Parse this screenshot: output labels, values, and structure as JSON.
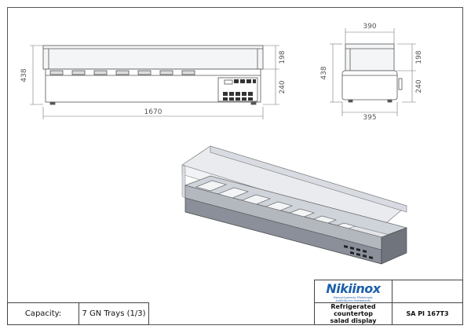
{
  "dimensions": {
    "front_length": "1670",
    "front_height": "438",
    "glass_height": "198",
    "base_height": "240",
    "side_depth_top": "390",
    "side_depth_bottom": "395",
    "side_height": "438",
    "side_glass_height": "198",
    "side_base_height": "240"
  },
  "title_block": {
    "capacity_label": "Capacity:",
    "capacity_value": "7 GN Trays (1/3)",
    "description": [
      "Refrigerated",
      "countertop",
      "salad display"
    ],
    "model_code": "SA PI 167T3",
    "logo_text": "Nikiinox",
    "logo_tagline": [
      "Επαγγελματικός Εξοπλισμός",
      "Ανοξείδωτες Κατασκευές"
    ]
  },
  "colors": {
    "line": "#555555",
    "steel": "#8a8f99",
    "glass": "#e6e9ee",
    "logo_blue": "#1d5fa8"
  }
}
